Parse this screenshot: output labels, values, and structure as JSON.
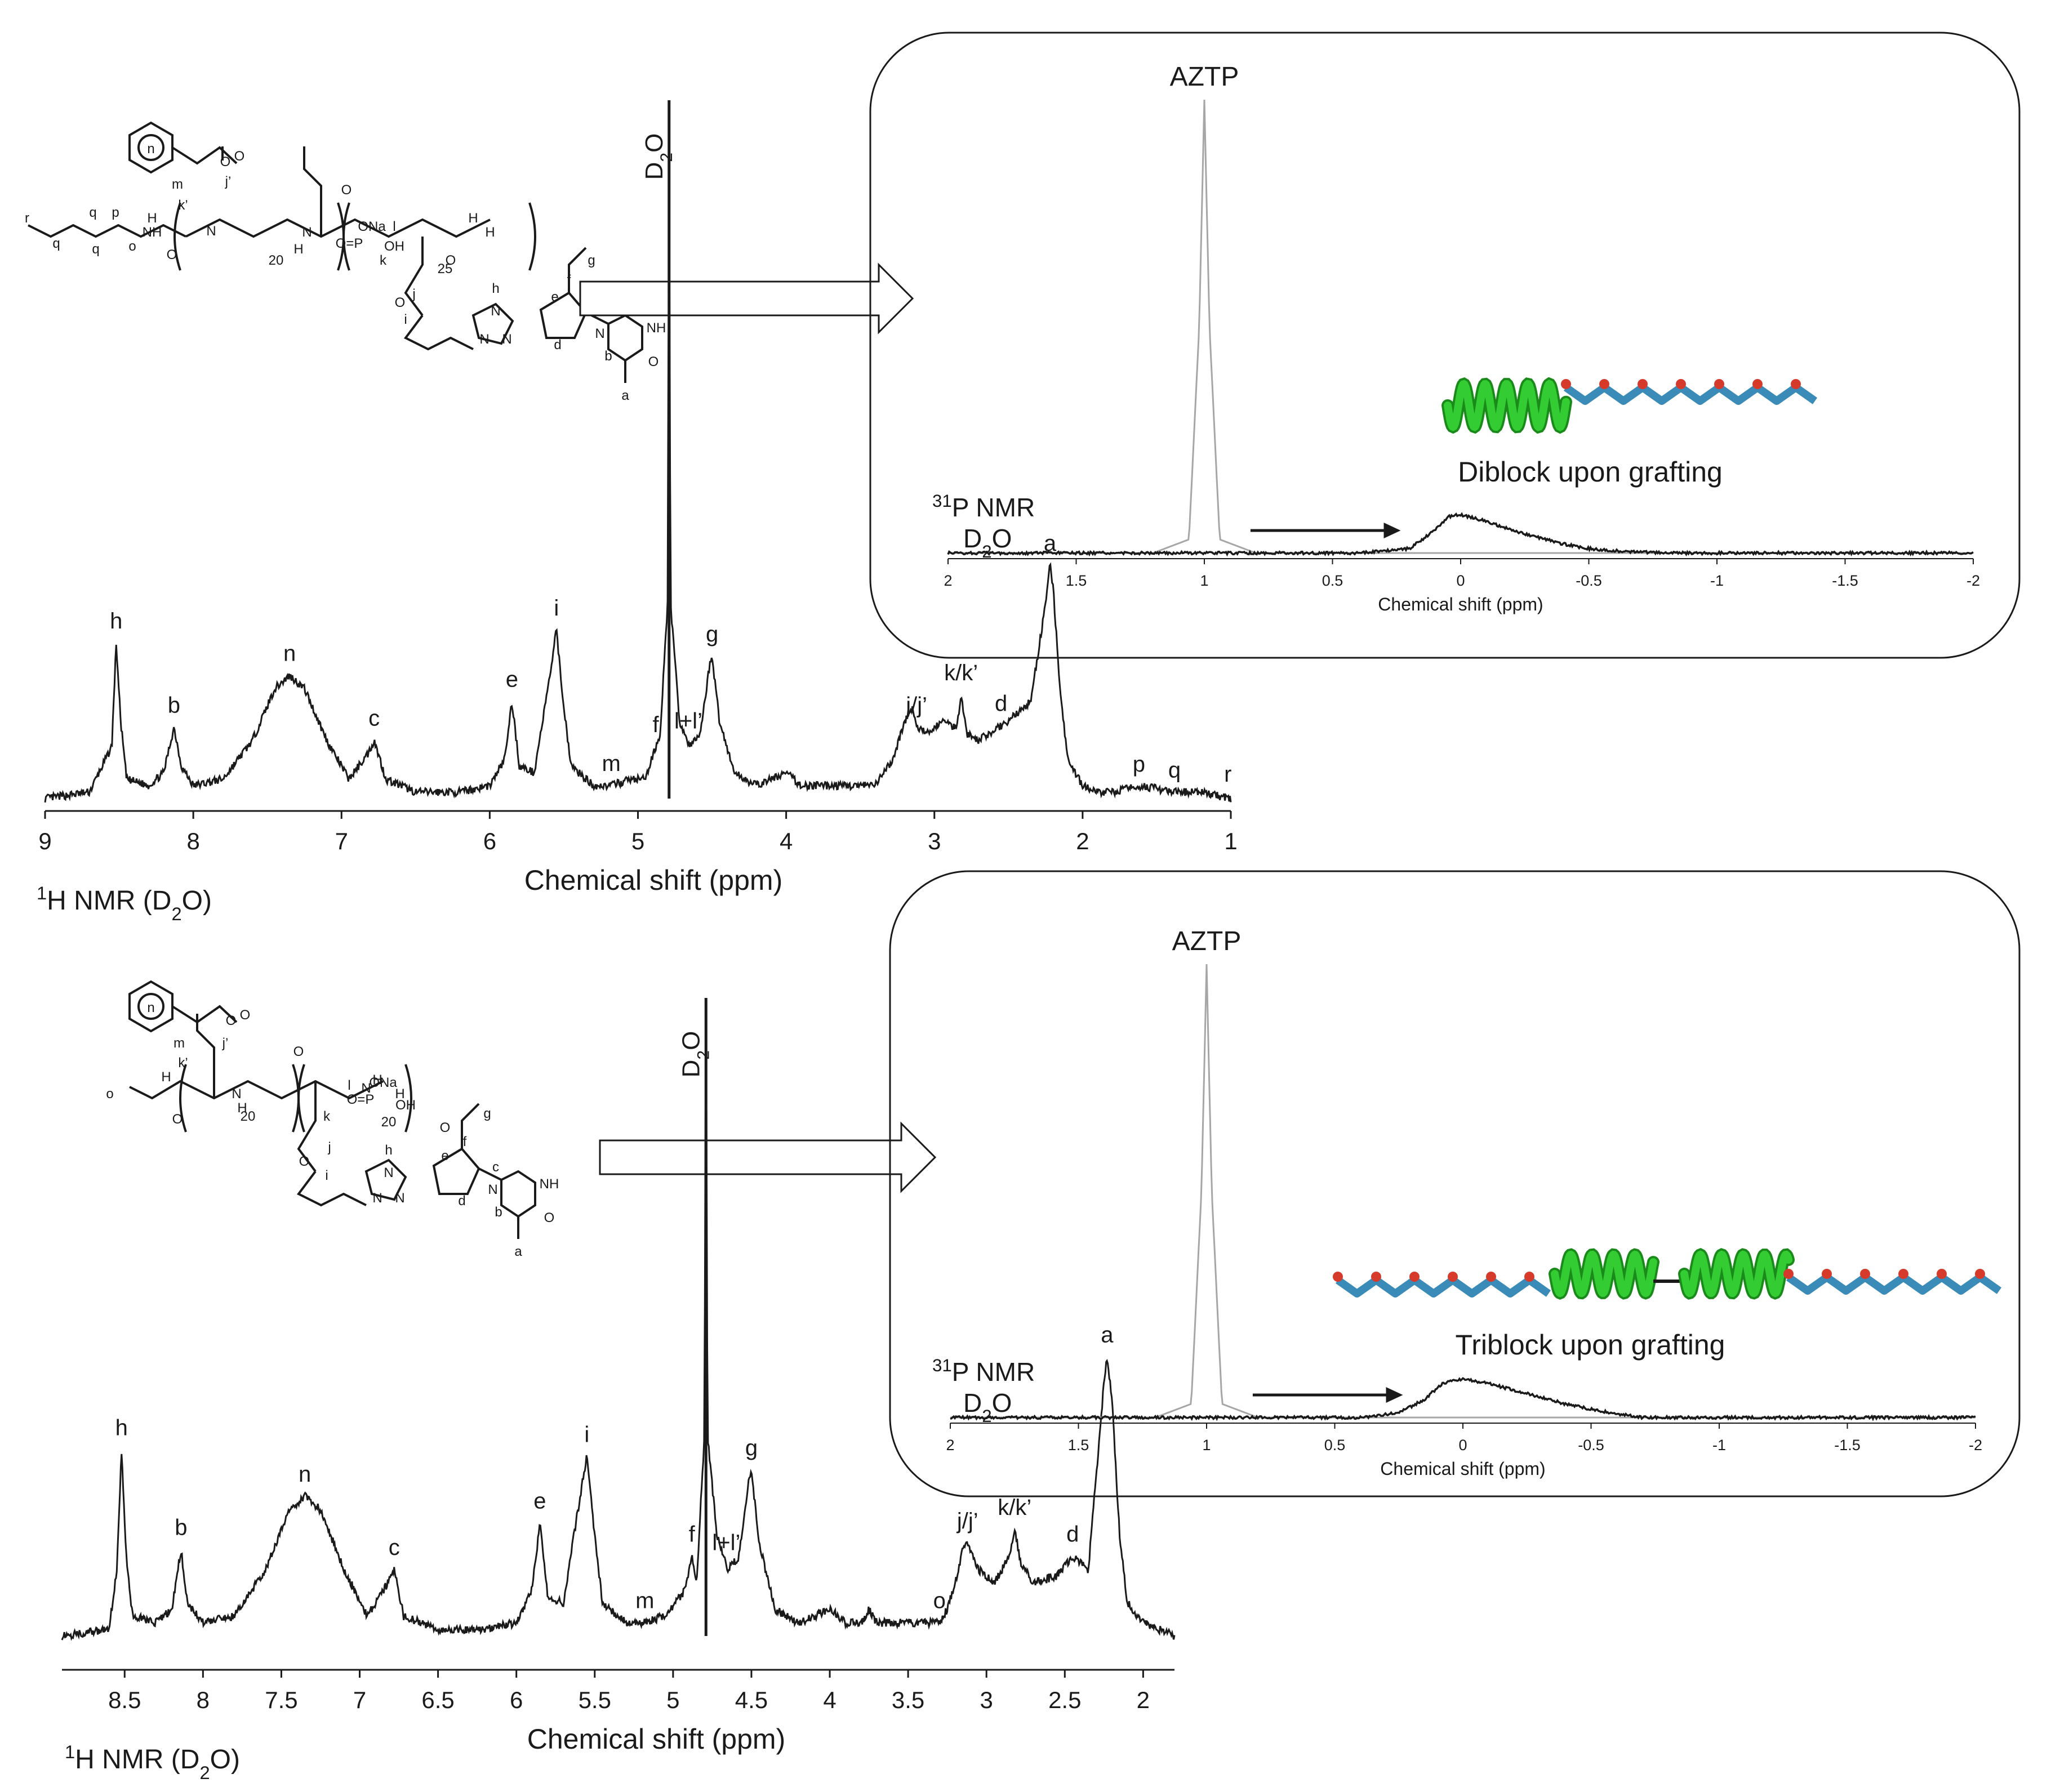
{
  "chart_data": [
    {
      "type": "line",
      "spectrum": "1H NMR",
      "title": "",
      "xlabel": "Chemical shift (ppm)",
      "ylabel": "",
      "xlim": [
        9,
        1
      ],
      "xticks": [
        "9",
        "8",
        "7",
        "6",
        "5",
        "4",
        "3",
        "2",
        "1"
      ],
      "corner_label_main": "H NMR (D",
      "corner_label_sup": "1",
      "corner_label_sub": "2",
      "corner_label_end": "O)",
      "solvent_label": "D",
      "solvent_sub": "2",
      "solvent_end": "O",
      "solvent_shift": 4.79,
      "x": [
        9.0,
        8.7,
        8.55,
        8.52,
        8.49,
        8.45,
        8.3,
        8.2,
        8.13,
        8.08,
        8.0,
        7.8,
        7.6,
        7.45,
        7.35,
        7.25,
        7.1,
        6.95,
        6.82,
        6.78,
        6.7,
        6.5,
        6.2,
        6.0,
        5.9,
        5.85,
        5.8,
        5.7,
        5.6,
        5.55,
        5.5,
        5.45,
        5.3,
        5.18,
        5.05,
        4.95,
        4.88,
        4.85,
        4.8,
        4.79,
        4.78,
        4.72,
        4.65,
        4.58,
        4.52,
        4.5,
        4.45,
        4.35,
        4.2,
        4.0,
        3.9,
        3.8,
        3.6,
        3.4,
        3.28,
        3.24,
        3.2,
        3.15,
        3.12,
        3.05,
        2.95,
        2.85,
        2.82,
        2.78,
        2.7,
        2.5,
        2.35,
        2.25,
        2.22,
        2.2,
        2.15,
        2.1,
        2.0,
        1.9,
        1.8,
        1.6,
        1.4,
        1.2,
        1.0
      ],
      "y": [
        0.0,
        0.01,
        0.08,
        0.24,
        0.12,
        0.03,
        0.02,
        0.04,
        0.11,
        0.05,
        0.02,
        0.03,
        0.09,
        0.17,
        0.19,
        0.17,
        0.09,
        0.03,
        0.07,
        0.09,
        0.03,
        0.01,
        0.01,
        0.02,
        0.06,
        0.15,
        0.05,
        0.04,
        0.18,
        0.26,
        0.14,
        0.05,
        0.02,
        0.02,
        0.03,
        0.03,
        0.08,
        0.1,
        0.3,
        1.0,
        0.3,
        0.12,
        0.08,
        0.1,
        0.2,
        0.22,
        0.12,
        0.04,
        0.02,
        0.04,
        0.02,
        0.02,
        0.02,
        0.02,
        0.06,
        0.09,
        0.12,
        0.14,
        0.11,
        0.1,
        0.12,
        0.11,
        0.16,
        0.1,
        0.09,
        0.12,
        0.15,
        0.3,
        0.36,
        0.33,
        0.16,
        0.06,
        0.02,
        0.01,
        0.01,
        0.02,
        0.01,
        0.01,
        0.0
      ],
      "peaks": [
        {
          "label": "h",
          "x": 8.52
        },
        {
          "label": "b",
          "x": 8.13
        },
        {
          "label": "n",
          "x": 7.35
        },
        {
          "label": "c",
          "x": 6.78
        },
        {
          "label": "e",
          "x": 5.85
        },
        {
          "label": "i",
          "x": 5.55
        },
        {
          "label": "m",
          "x": 5.18
        },
        {
          "label": "f",
          "x": 4.88
        },
        {
          "label": "l+l’",
          "x": 4.66
        },
        {
          "label": "g",
          "x": 4.5
        },
        {
          "label": "j/j’",
          "x": 3.12
        },
        {
          "label": "k/k’",
          "x": 2.82
        },
        {
          "label": "d",
          "x": 2.55
        },
        {
          "label": "a",
          "x": 2.22
        },
        {
          "label": "p",
          "x": 1.62
        },
        {
          "label": "q",
          "x": 1.38
        },
        {
          "label": "r",
          "x": 1.02
        }
      ]
    },
    {
      "type": "line",
      "spectrum": "31P NMR",
      "title": "",
      "xlabel": "Chemical shift (ppm)",
      "xlim": [
        2,
        -2
      ],
      "xticks": [
        "2",
        "1.5",
        "1",
        "0.5",
        "0",
        "-0.5",
        "-1",
        "-1.5",
        "-2"
      ],
      "nucleus_label_sup": "31",
      "nucleus_label": "P NMR",
      "solvent_label": "D",
      "solvent_sub": "2",
      "solvent_end": "O",
      "annotation": "Diblock upon grafting",
      "series": [
        {
          "name": "AZTP",
          "color": "#a6a6a6",
          "x": [
            2.0,
            1.2,
            1.06,
            1.02,
            1.0,
            0.98,
            0.94,
            0.8,
            0.2,
            -2.0
          ],
          "y": [
            0.0,
            0.0,
            0.03,
            0.5,
            1.0,
            0.5,
            0.03,
            0.0,
            0.0,
            0.0
          ]
        },
        {
          "name": "",
          "color": "#1a1a1a",
          "x": [
            2.0,
            0.4,
            0.2,
            0.1,
            0.05,
            0.0,
            -0.1,
            -0.2,
            -0.3,
            -0.4,
            -0.5,
            -0.6,
            -0.8,
            -2.0
          ],
          "y": [
            0.0,
            0.0,
            0.01,
            0.05,
            0.08,
            0.085,
            0.07,
            0.05,
            0.035,
            0.02,
            0.01,
            0.005,
            0.0,
            0.0
          ]
        }
      ]
    },
    {
      "type": "line",
      "spectrum": "1H NMR",
      "title": "",
      "xlabel": "Chemical shift (ppm)",
      "ylabel": "",
      "xlim": [
        8.9,
        1.8
      ],
      "xticks": [
        "8.5",
        "8",
        "7.5",
        "7",
        "6.5",
        "6",
        "5.5",
        "5",
        "4.5",
        "4",
        "3.5",
        "3",
        "2.5",
        "2"
      ],
      "corner_label_main": "H NMR (D",
      "corner_label_sup": "1",
      "corner_label_sub": "2",
      "corner_label_end": "O)",
      "solvent_label": "D",
      "solvent_sub": "2",
      "solvent_end": "O",
      "solvent_shift": 4.79,
      "x": [
        8.9,
        8.6,
        8.55,
        8.52,
        8.49,
        8.45,
        8.3,
        8.2,
        8.14,
        8.1,
        8.0,
        7.8,
        7.6,
        7.45,
        7.35,
        7.25,
        7.1,
        6.95,
        6.82,
        6.78,
        6.72,
        6.5,
        6.2,
        6.0,
        5.9,
        5.85,
        5.8,
        5.7,
        5.6,
        5.55,
        5.5,
        5.45,
        5.3,
        5.18,
        5.05,
        4.92,
        4.88,
        4.85,
        4.8,
        4.79,
        4.78,
        4.72,
        4.65,
        4.58,
        4.52,
        4.5,
        4.45,
        4.35,
        4.2,
        4.0,
        3.9,
        3.8,
        3.75,
        3.7,
        3.5,
        3.3,
        3.25,
        3.2,
        3.15,
        3.12,
        3.05,
        2.95,
        2.85,
        2.82,
        2.78,
        2.7,
        2.55,
        2.45,
        2.35,
        2.25,
        2.23,
        2.2,
        2.15,
        2.1,
        2.0,
        1.9,
        1.8
      ],
      "y": [
        0.0,
        0.01,
        0.1,
        0.28,
        0.12,
        0.03,
        0.02,
        0.04,
        0.13,
        0.05,
        0.02,
        0.03,
        0.1,
        0.19,
        0.21,
        0.19,
        0.1,
        0.03,
        0.08,
        0.1,
        0.03,
        0.01,
        0.01,
        0.02,
        0.07,
        0.17,
        0.06,
        0.05,
        0.2,
        0.27,
        0.15,
        0.05,
        0.02,
        0.02,
        0.03,
        0.07,
        0.12,
        0.08,
        0.3,
        1.0,
        0.3,
        0.15,
        0.1,
        0.12,
        0.23,
        0.25,
        0.14,
        0.04,
        0.02,
        0.04,
        0.02,
        0.02,
        0.04,
        0.02,
        0.02,
        0.02,
        0.04,
        0.08,
        0.13,
        0.14,
        0.1,
        0.08,
        0.12,
        0.16,
        0.11,
        0.08,
        0.09,
        0.12,
        0.1,
        0.38,
        0.42,
        0.36,
        0.15,
        0.05,
        0.02,
        0.01,
        0.0
      ],
      "peaks": [
        {
          "label": "h",
          "x": 8.52
        },
        {
          "label": "b",
          "x": 8.14
        },
        {
          "label": "n",
          "x": 7.35
        },
        {
          "label": "c",
          "x": 6.78
        },
        {
          "label": "e",
          "x": 5.85
        },
        {
          "label": "i",
          "x": 5.55
        },
        {
          "label": "m",
          "x": 5.18
        },
        {
          "label": "f",
          "x": 4.88
        },
        {
          "label": "l+l’",
          "x": 4.66
        },
        {
          "label": "g",
          "x": 4.5
        },
        {
          "label": "o",
          "x": 3.3
        },
        {
          "label": "j/j’",
          "x": 3.12
        },
        {
          "label": "k/k’",
          "x": 2.82
        },
        {
          "label": "d",
          "x": 2.45
        },
        {
          "label": "a",
          "x": 2.23
        }
      ]
    },
    {
      "type": "line",
      "spectrum": "31P NMR",
      "title": "",
      "xlabel": "Chemical shift (ppm)",
      "xlim": [
        2,
        -2
      ],
      "xticks": [
        "2",
        "1.5",
        "1",
        "0.5",
        "0",
        "-0.5",
        "-1",
        "-1.5",
        "-2"
      ],
      "nucleus_label_sup": "31",
      "nucleus_label": "P NMR",
      "solvent_label": "D",
      "solvent_sub": "2",
      "solvent_end": "O",
      "annotation": "Triblock upon grafting",
      "series": [
        {
          "name": "AZTP",
          "color": "#a6a6a6",
          "x": [
            2.0,
            1.2,
            1.06,
            1.02,
            1.0,
            0.98,
            0.94,
            0.8,
            0.2,
            -2.0
          ],
          "y": [
            0.0,
            0.0,
            0.03,
            0.5,
            1.0,
            0.5,
            0.03,
            0.0,
            0.0,
            0.0
          ]
        },
        {
          "name": "",
          "color": "#1a1a1a",
          "x": [
            2.0,
            0.4,
            0.25,
            0.15,
            0.08,
            0.0,
            -0.1,
            -0.2,
            -0.3,
            -0.4,
            -0.5,
            -0.6,
            -0.7,
            -2.0
          ],
          "y": [
            0.0,
            0.0,
            0.01,
            0.04,
            0.075,
            0.085,
            0.075,
            0.06,
            0.045,
            0.03,
            0.018,
            0.008,
            0.0,
            0.0
          ]
        }
      ]
    }
  ],
  "structure_1": {
    "atoms": [
      "n",
      "m",
      "k’",
      "j’",
      "r",
      "q",
      "q",
      "q",
      "p",
      "o",
      "20",
      "25",
      "l",
      "k",
      "j",
      "i",
      "h",
      "e",
      "f",
      "g",
      "c",
      "d",
      "b",
      "a",
      "O",
      "O",
      "O",
      "O",
      "O",
      "N",
      "NH",
      "N",
      "H",
      "H",
      "H",
      "H",
      "ONa",
      "O=P",
      "OH",
      "O",
      "NH",
      "O",
      "N",
      "N",
      "N",
      "N"
    ]
  },
  "structure_2": {
    "atoms": [
      "n",
      "m",
      "k’",
      "j’",
      "o",
      "20",
      "20",
      "l",
      "k",
      "j",
      "i",
      "h",
      "e",
      "f",
      "g",
      "c",
      "d",
      "b",
      "a",
      "O",
      "O",
      "O",
      "O",
      "O",
      "N",
      "N",
      "H",
      "H",
      "H",
      "H",
      "ONa",
      "O=P",
      "OH",
      "O",
      "NH",
      "O",
      "N",
      "N",
      "N",
      "N"
    ]
  }
}
